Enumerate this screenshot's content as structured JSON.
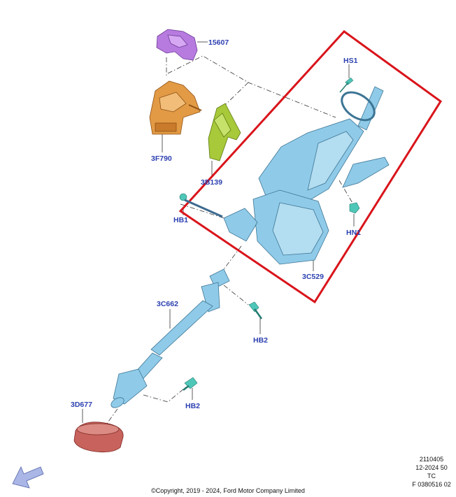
{
  "colors": {
    "label": "#2b3fb0",
    "highlight": "#d9141b",
    "part_blue": "#8fcbe8",
    "part_orange": "#e39a45",
    "part_purple": "#b77be0",
    "part_green": "#a7c93a",
    "part_red": "#c8625c",
    "fastener": "#4fc7b8",
    "arrow": "#a9b6e6"
  },
  "labels": {
    "p15607": "15607",
    "p3f790": "3F790",
    "p3b139": "3B139",
    "hs1": "HS1",
    "hb1": "HB1",
    "hn1": "HN1",
    "p3c529": "3C529",
    "p3c662": "3C662",
    "hb2a": "HB2",
    "p3d677": "3D677",
    "hb2b": "HB2"
  },
  "meta": {
    "code": "2110405",
    "date": "12-2024 50",
    "region": "TC",
    "ref": "F 0380516 02"
  },
  "copyright": "©Copyright, 2019 - 2024, Ford Motor Company Limited",
  "icons": {
    "nav": "back-arrow-icon"
  }
}
